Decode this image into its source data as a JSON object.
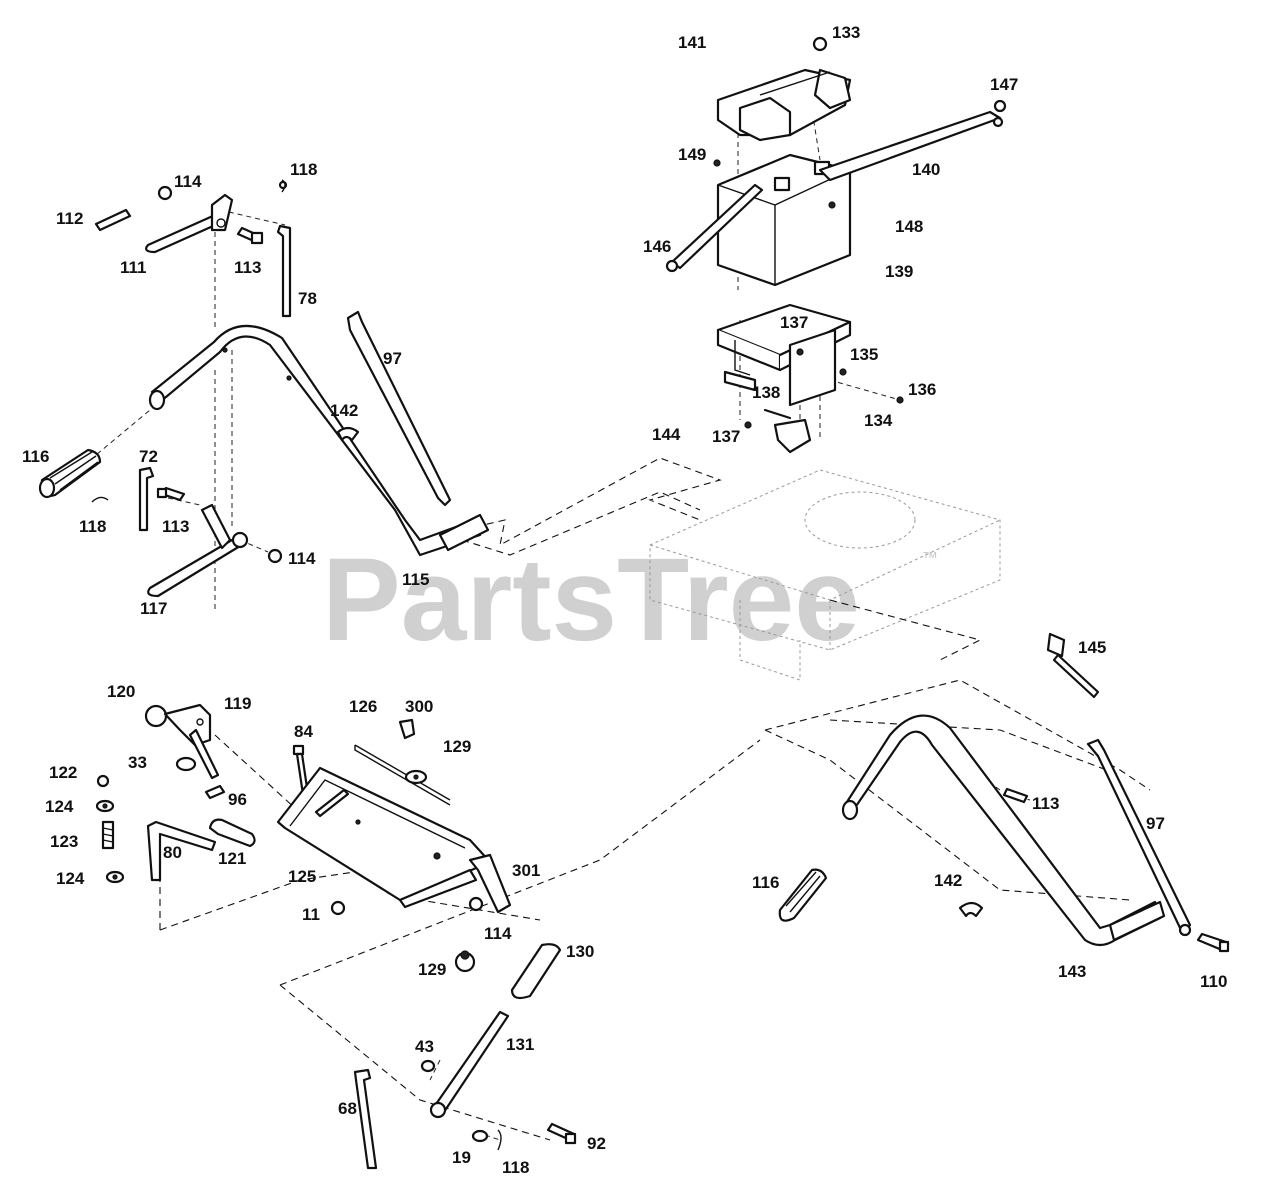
{
  "watermark": {
    "text": "PartsTree",
    "trademark": "™"
  },
  "callouts": {
    "c141": "141",
    "c133": "133",
    "c147": "147",
    "c149": "149",
    "c140": "140",
    "c148": "148",
    "c146": "146",
    "c139": "139",
    "c137a": "137",
    "c135": "135",
    "c136": "136",
    "c144": "144",
    "c138": "138",
    "c137b": "137",
    "c134": "134",
    "c112": "112",
    "c114a": "114",
    "c118a": "118",
    "c111": "111",
    "c113a": "113",
    "c78": "78",
    "c97a": "97",
    "c142a": "142",
    "c116a": "116",
    "c72": "72",
    "c118b": "118",
    "c113b": "113",
    "c114b": "114",
    "c115": "115",
    "c117": "117",
    "c145": "145",
    "c120": "120",
    "c119": "119",
    "c84": "84",
    "c126": "126",
    "c300": "300",
    "c129a": "129",
    "c33": "33",
    "c122": "122",
    "c96": "96",
    "c124a": "124",
    "c123": "123",
    "c80": "80",
    "c121": "121",
    "c124b": "124",
    "c125": "125",
    "c301": "301",
    "c11": "11",
    "c114c": "114",
    "c113c": "113",
    "c97b": "97",
    "c116b": "116",
    "c142b": "142",
    "c143": "143",
    "c110": "110",
    "c129b": "129",
    "c130": "130",
    "c43": "43",
    "c131": "131",
    "c68": "68",
    "c19": "19",
    "c118c": "118",
    "c92": "92"
  }
}
